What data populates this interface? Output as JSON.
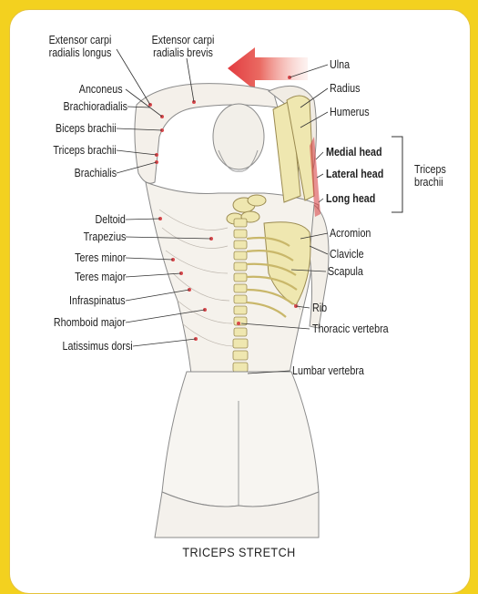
{
  "caption": "TRICEPS STRETCH",
  "muscle_labels": {
    "extensor_carpi_radialis_longus": "Extensor carpi\nradialis longus",
    "extensor_carpi_radialis_brevis": "Extensor carpi\nradialis brevis",
    "anconeus": "Anconeus",
    "brachioradialis": "Brachioradialis",
    "biceps_brachii": "Biceps brachii",
    "triceps_brachii_left": "Triceps brachii",
    "brachialis": "Brachialis",
    "deltoid": "Deltoid",
    "trapezius": "Trapezius",
    "teres_minor": "Teres minor",
    "teres_major": "Teres major",
    "infraspinatus": "Infraspinatus",
    "rhomboid_major": "Rhomboid major",
    "latissimus_dorsi": "Latissimus dorsi"
  },
  "bone_labels": {
    "ulna": "Ulna",
    "radius": "Radius",
    "humerus": "Humerus",
    "acromion": "Acromion",
    "clavicle": "Clavicle",
    "scapula": "Scapula",
    "rib": "Rib",
    "thoracic_vertebra": "Thoracic vertebra",
    "lumbar_vertebra": "Lumbar vertebra"
  },
  "triceps_heads": {
    "medial": "Medial head",
    "lateral": "Lateral head",
    "long": "Long head",
    "group": "Triceps\nbrachii"
  },
  "colors": {
    "background": "#f3d11f",
    "card": "#ffffff",
    "arrow": "#e8434a",
    "bone": "#efe7b0",
    "highlight_muscle": "#d9474b"
  }
}
